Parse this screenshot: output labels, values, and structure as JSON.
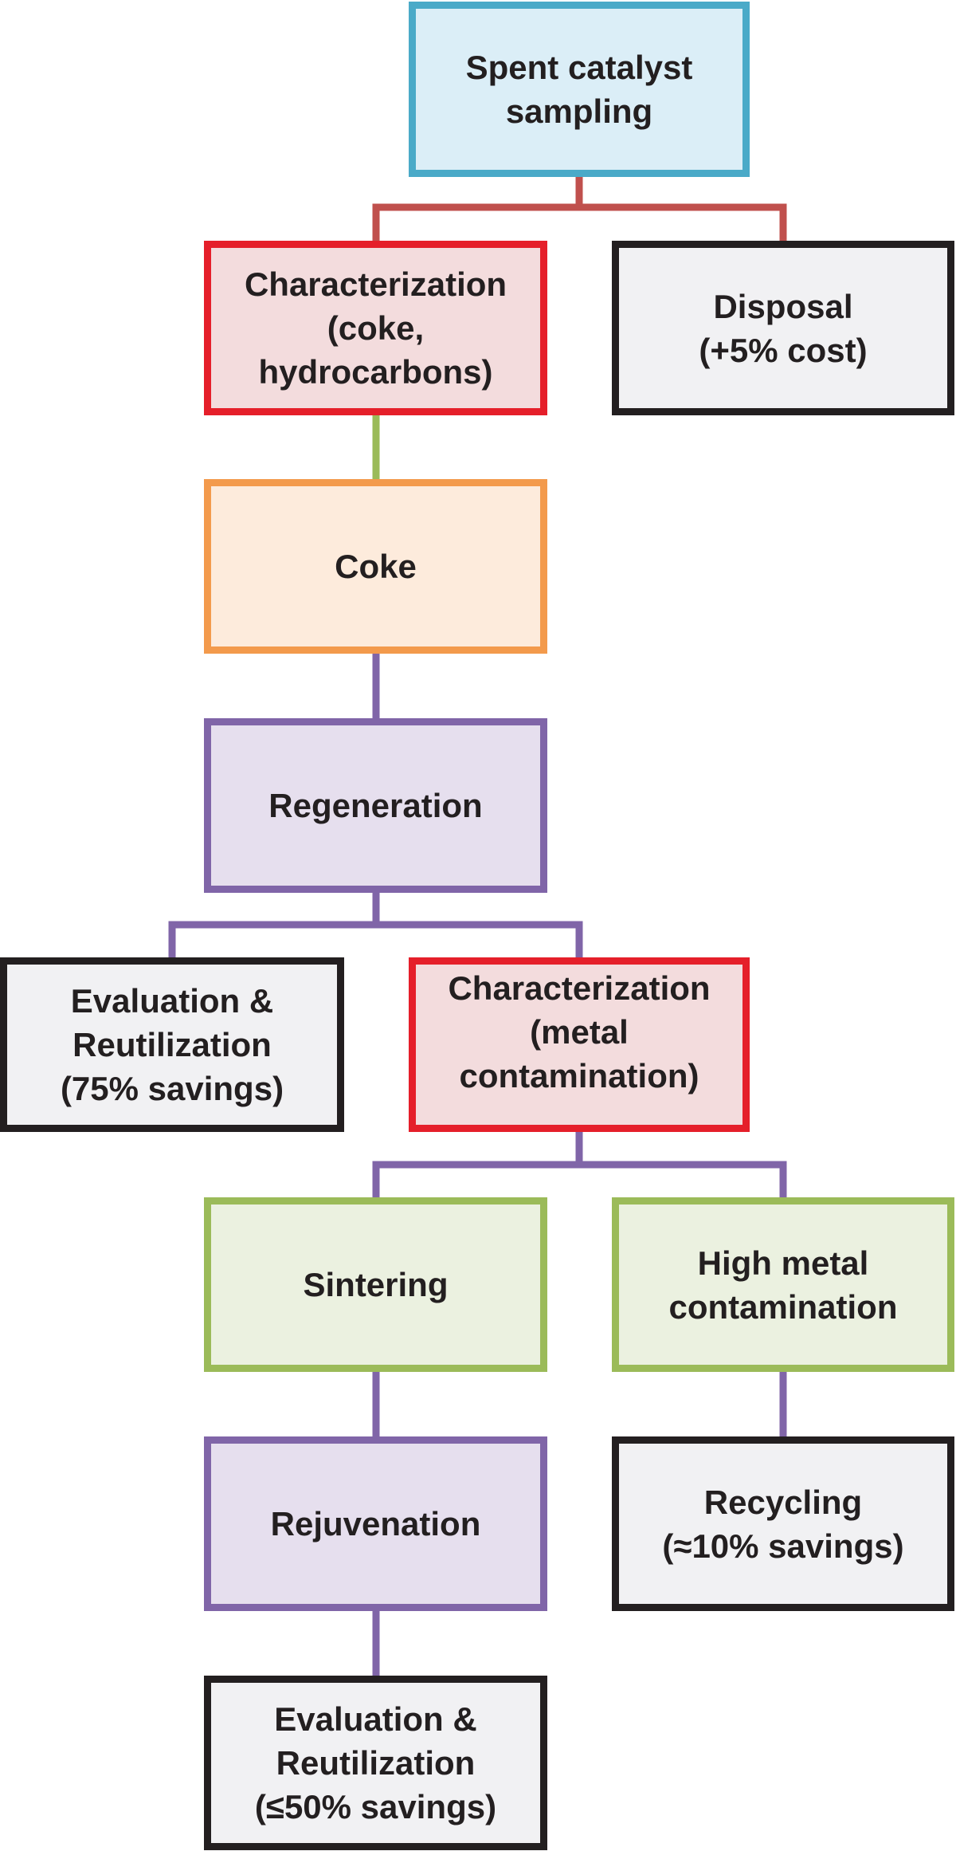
{
  "colors": {
    "blue_border": "#4aaac8",
    "blue_fill": "#dbeef7",
    "red_border": "#e51f2a",
    "red_fill": "#f3dcdd",
    "black_border": "#231f20",
    "gray_fill": "#f1f1f3",
    "orange_border": "#f39a4c",
    "orange_fill": "#fdebdc",
    "purple_border": "#8065a8",
    "purple_fill": "#e6dfee",
    "green_border": "#9bbb59",
    "green_fill": "#ebf1e0",
    "connector_red": "#c0504d",
    "connector_green": "#9bbb59",
    "connector_purple": "#8065a8"
  },
  "nodes": {
    "sampling": {
      "label": "Spent catalyst\nsampling"
    },
    "char_coke": {
      "label": "Characterization\n(coke,\nhydrocarbons)"
    },
    "disposal": {
      "label": "Disposal\n(+5% cost)"
    },
    "coke": {
      "label": "Coke"
    },
    "regeneration": {
      "label": "Regeneration"
    },
    "eval_reuse_1": {
      "label": "Evaluation &\nReutilization\n(75% savings)"
    },
    "char_metal": {
      "label": "Characterization\n(metal\ncontamination)"
    },
    "sintering": {
      "label": "Sintering"
    },
    "high_metal": {
      "label": "High metal\ncontamination"
    },
    "rejuvenation": {
      "label": "Rejuvenation"
    },
    "recycling": {
      "label": "Recycling\n(≈10% savings)"
    },
    "eval_reuse_2": {
      "label": "Evaluation &\nReutilization\n(≤50% savings)"
    }
  }
}
